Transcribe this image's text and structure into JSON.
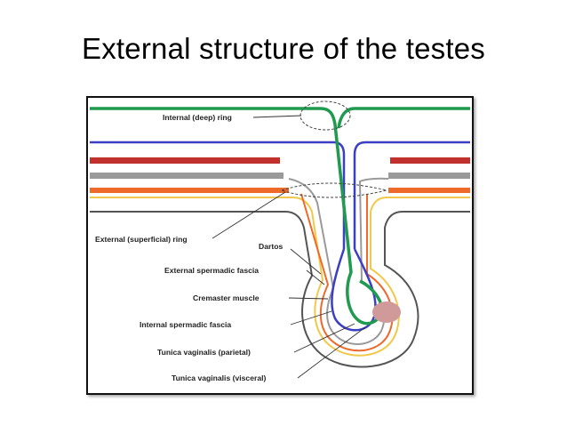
{
  "slide": {
    "title": "External structure of the testes"
  },
  "diagram": {
    "labels": {
      "internal_ring": "Internal (deep) ring",
      "external_ring": "External (superficial) ring",
      "dartos": "Dartos",
      "external_spermatic_fascia": "External spermadic fascia",
      "cremaster_muscle": "Cremaster muscle",
      "internal_spermatic_fascia": "Internal spermadic fascia",
      "tunica_vaginalis_parietal": "Tunica vaginalis (parietal)",
      "tunica_vaginalis_visceral": "Tunica vaginalis (visceral)"
    },
    "colors": {
      "green_layer": "#1f9a4e",
      "blue_layer": "#3a3fc4",
      "red_layer": "#c0302c",
      "gray_layer": "#9a9a9a",
      "orange_layer": "#ee6a2a",
      "yellow_layer": "#f2c84b",
      "skin_line": "#555555",
      "testis_fill": "#d09a9a"
    }
  }
}
